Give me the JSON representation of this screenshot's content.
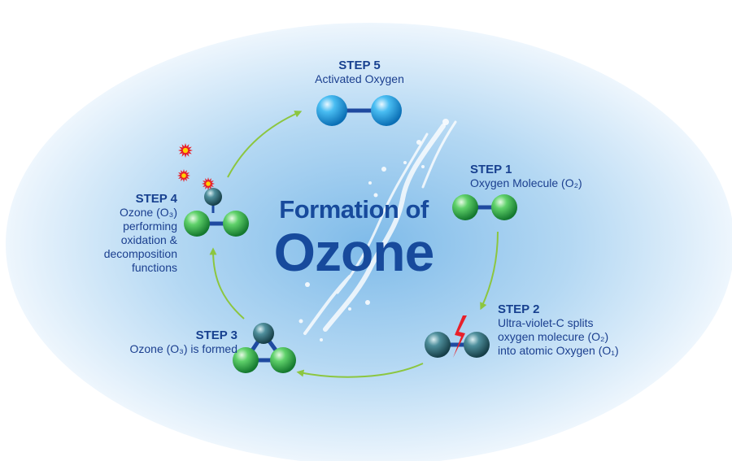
{
  "title": {
    "line1": "Formation of",
    "line2": "Ozone"
  },
  "steps": [
    {
      "step": "STEP 1",
      "lines": [
        "Oxygen Molecule (O₂)"
      ]
    },
    {
      "step": "STEP 2",
      "lines": [
        "Ultra-violet-C splits",
        "oxygen molecure (O₂)",
        "into atomic Oxygen (O₁)"
      ]
    },
    {
      "step": "STEP 3",
      "lines": [
        "Ozone (O₃) is formed"
      ]
    },
    {
      "step": "STEP 4",
      "lines": [
        "Ozone (O₃)",
        "performing",
        "oxidation &",
        "decomposition",
        "functions"
      ]
    },
    {
      "step": "STEP 5",
      "lines": [
        "Activated Oxygen"
      ]
    }
  ],
  "colors": {
    "oval_center": "#8ec4ec",
    "oval_edge": "#e8f3fc",
    "arrow": "#8cc63f",
    "text": "#1b3f8f",
    "green_atom": "#2fae4a",
    "teal_atom": "#2a6f7c",
    "blue_atom": "#2ba7e6",
    "bond": "#1f4aa0",
    "lightning": "#e8202a",
    "spark": "#e8202a"
  },
  "icons": [
    "lightning-icon",
    "spark-icon"
  ]
}
